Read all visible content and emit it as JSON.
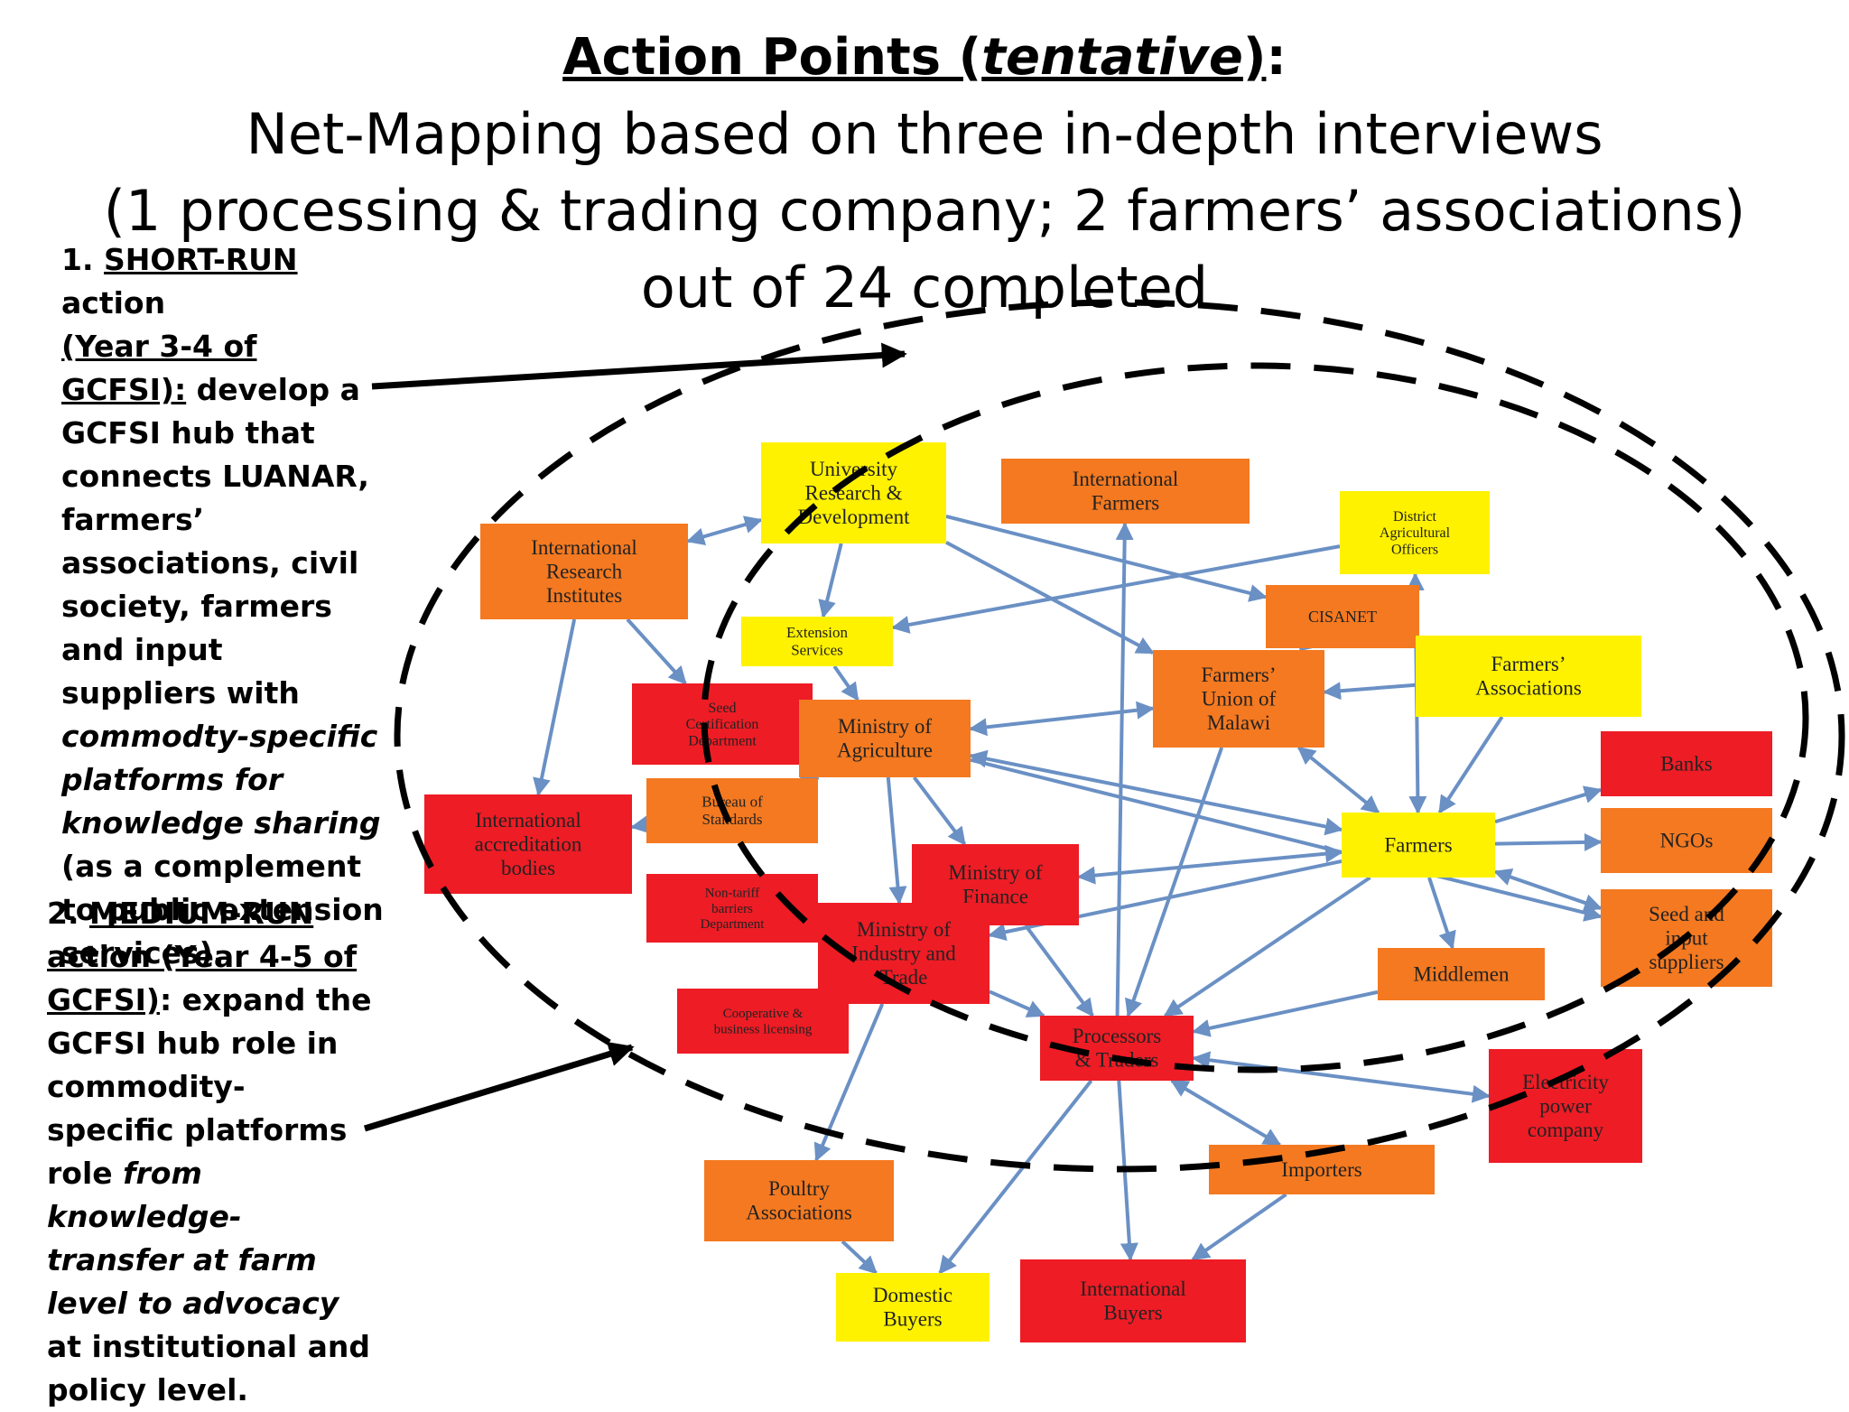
{
  "title": {
    "main_prefix": "Action Points (",
    "main_italic": "tentative",
    "main_suffix": ")",
    "colon": ":",
    "line2": "Net-Mapping based on three in-depth interviews",
    "line3": "(1 processing & trading company; 2 farmers’ associations)",
    "line4": "out of 24 completed"
  },
  "left1": {
    "num": "1. ",
    "head1": "SHORT-RUN",
    "head1b": " action",
    "head2": "(Year 3-4 of GCFSI):",
    "body_a": "develop a GCFSI hub that connects LUANAR, farmers’ associations, civil society, farmers and input suppliers with ",
    "body_italic": "commodty-specific platforms for knowledge sharing",
    "body_b": " (as a complement to public extension services)."
  },
  "left2": {
    "num": "2. ",
    "head1": "MEDIUM-RUN action (Year 4-5 of GCFSI)",
    "head_colon": ": expand the GCFSI hub role in commodity-specific platforms role ",
    "italic1": "from knowledge-transfer at farm level to advocacy",
    "body_b": " at institutional and policy level."
  },
  "colors": {
    "yellow": "#FFF200",
    "orange": "#F47920",
    "red": "#EE1C25",
    "arrow": "#6A90C4"
  },
  "nodes": [
    {
      "id": "univ",
      "lines": [
        "University",
        "Research &",
        "Development"
      ],
      "color": "yellow"
    },
    {
      "id": "intfarm",
      "lines": [
        "International",
        "Farmers"
      ],
      "color": "orange"
    },
    {
      "id": "dao",
      "lines": [
        "District",
        "Agricultural",
        "Officers"
      ],
      "color": "yellow"
    },
    {
      "id": "iri",
      "lines": [
        "International",
        "Research",
        "Institutes"
      ],
      "color": "orange"
    },
    {
      "id": "ext",
      "lines": [
        "Extension",
        "Services"
      ],
      "color": "yellow"
    },
    {
      "id": "cisanet",
      "lines": [
        "CISANET"
      ],
      "color": "orange"
    },
    {
      "id": "fum",
      "lines": [
        "Farmers’",
        "Union of",
        "Malawi"
      ],
      "color": "orange"
    },
    {
      "id": "fa",
      "lines": [
        "Farmers’",
        "Associations"
      ],
      "color": "yellow"
    },
    {
      "id": "seed_cert",
      "lines": [
        "Seed",
        "Certification",
        "Department"
      ],
      "color": "red"
    },
    {
      "id": "moa",
      "lines": [
        "Ministry of",
        "Agriculture"
      ],
      "color": "orange"
    },
    {
      "id": "banks",
      "lines": [
        "Banks"
      ],
      "color": "red"
    },
    {
      "id": "bos",
      "lines": [
        "Bureau of",
        "Standards"
      ],
      "color": "orange"
    },
    {
      "id": "iab",
      "lines": [
        "International",
        "accreditation",
        "bodies"
      ],
      "color": "red"
    },
    {
      "id": "mof",
      "lines": [
        "Ministry of",
        "Finance"
      ],
      "color": "red"
    },
    {
      "id": "farmers",
      "lines": [
        "Farmers"
      ],
      "color": "yellow"
    },
    {
      "id": "ngos",
      "lines": [
        "NGOs"
      ],
      "color": "orange"
    },
    {
      "id": "ntb",
      "lines": [
        "Non-tariff",
        "barriers",
        "Department"
      ],
      "color": "red"
    },
    {
      "id": "moit",
      "lines": [
        "Ministry of",
        "Industry and",
        "Trade"
      ],
      "color": "red"
    },
    {
      "id": "seedsup",
      "lines": [
        "Seed and",
        "input",
        "suppliers"
      ],
      "color": "orange"
    },
    {
      "id": "middle",
      "lines": [
        "Middlemen"
      ],
      "color": "orange"
    },
    {
      "id": "coop",
      "lines": [
        "Cooperative &",
        "business licensing"
      ],
      "color": "red"
    },
    {
      "id": "proc",
      "lines": [
        "Processors",
        "& Traders"
      ],
      "color": "red"
    },
    {
      "id": "elec",
      "lines": [
        "Electricity",
        "power",
        "company"
      ],
      "color": "red"
    },
    {
      "id": "importers",
      "lines": [
        "Importers"
      ],
      "color": "orange"
    },
    {
      "id": "poultry",
      "lines": [
        "Poultry",
        "Associations"
      ],
      "color": "orange"
    },
    {
      "id": "dombuy",
      "lines": [
        "Domestic",
        "Buyers"
      ],
      "color": "yellow"
    },
    {
      "id": "intbuy",
      "lines": [
        "International",
        "Buyers"
      ],
      "color": "red"
    }
  ],
  "edges": [
    [
      "iri",
      "univ",
      "both"
    ],
    [
      "univ",
      "ext",
      "to"
    ],
    [
      "univ",
      "fum",
      "to"
    ],
    [
      "univ",
      "cisanet",
      "to"
    ],
    [
      "dao",
      "ext",
      "to"
    ],
    [
      "dao",
      "farmers",
      "both"
    ],
    [
      "intfarm",
      "proc",
      "from"
    ],
    [
      "iri",
      "iab",
      "to"
    ],
    [
      "iri",
      "seed_cert",
      "to"
    ],
    [
      "seed_cert",
      "moa",
      "both"
    ],
    [
      "ext",
      "moa",
      "to"
    ],
    [
      "moa",
      "fum",
      "both"
    ],
    [
      "cisanet",
      "fum",
      "to"
    ],
    [
      "cisanet",
      "fa",
      "to"
    ],
    [
      "fa",
      "fum",
      "to"
    ],
    [
      "fa",
      "farmers",
      "to"
    ],
    [
      "fum",
      "farmers",
      "both"
    ],
    [
      "moa",
      "farmers",
      "both"
    ],
    [
      "moa",
      "bos",
      "to"
    ],
    [
      "bos",
      "iab",
      "to"
    ],
    [
      "moa",
      "mof",
      "to"
    ],
    [
      "moa",
      "moit",
      "to"
    ],
    [
      "moa",
      "seedsup",
      "to"
    ],
    [
      "mof",
      "farmers",
      "both"
    ],
    [
      "moit",
      "mof",
      "to"
    ],
    [
      "ntb",
      "moit",
      "both"
    ],
    [
      "coop",
      "moit",
      "to"
    ],
    [
      "moit",
      "poultry",
      "to"
    ],
    [
      "moit",
      "proc",
      "to"
    ],
    [
      "mof",
      "proc",
      "to"
    ],
    [
      "farmers",
      "banks",
      "to"
    ],
    [
      "farmers",
      "ngos",
      "to"
    ],
    [
      "farmers",
      "seedsup",
      "both"
    ],
    [
      "farmers",
      "middle",
      "to"
    ],
    [
      "farmers",
      "proc",
      "to"
    ],
    [
      "farmers",
      "moit",
      "to"
    ],
    [
      "middle",
      "proc",
      "to"
    ],
    [
      "fum",
      "proc",
      "to"
    ],
    [
      "proc",
      "elec",
      "both"
    ],
    [
      "proc",
      "importers",
      "both"
    ],
    [
      "importers",
      "intbuy",
      "to"
    ],
    [
      "proc",
      "intbuy",
      "to"
    ],
    [
      "proc",
      "dombuy",
      "to"
    ],
    [
      "poultry",
      "dombuy",
      "to"
    ]
  ]
}
